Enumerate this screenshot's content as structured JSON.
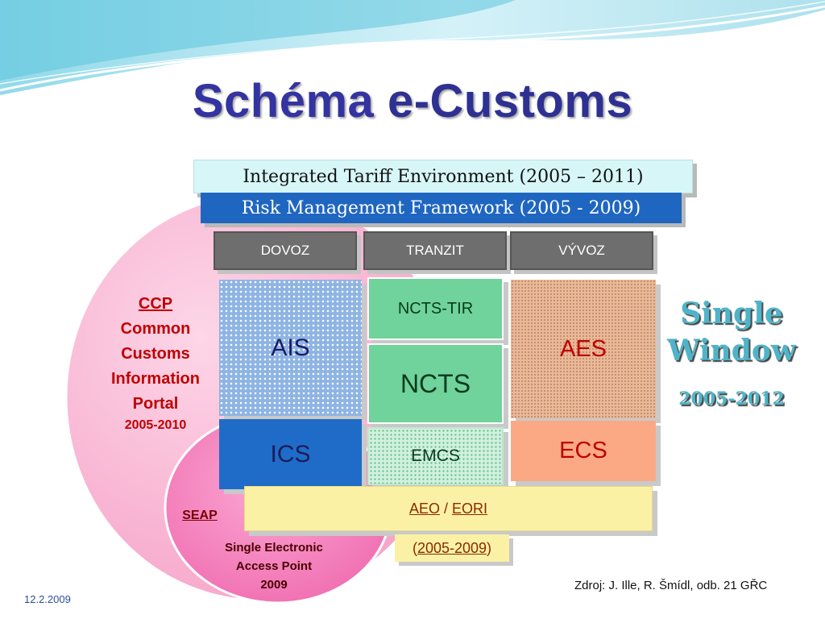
{
  "title": {
    "part1": "Schéma",
    "part2": "e-Customs"
  },
  "headers": {
    "ite": "Integrated Tariff Environment (2005 – 2011)",
    "rmf": "Risk Management Framework (2005 - 2009)"
  },
  "columns": [
    "DOVOZ",
    "TRANZIT",
    "VÝVOZ"
  ],
  "boxes": {
    "ais": "AIS",
    "ics": "ICS",
    "ncts_tir": "NCTS-TIR",
    "ncts": "NCTS",
    "emcs": "EMCS",
    "aes": "AES",
    "ecs": "ECS"
  },
  "aeo": {
    "aeo": "AEO",
    "sep": " / ",
    "eori": "EORI",
    "years": "2005-2009",
    "open": "(",
    "close": ")"
  },
  "ccp": {
    "link": "CCP",
    "lines": [
      "Common",
      "Customs",
      "Information",
      "Portal"
    ],
    "years": "2005-2010"
  },
  "seap": {
    "link": "SEAP",
    "lines": [
      "Single Electronic",
      "Access Point",
      "2009"
    ]
  },
  "single_window": {
    "line1": "Single",
    "line2": "Window",
    "years": "2005-2012"
  },
  "source": "Zdroj: J. Ille, R. Šmídl, odb. 21 GŘC",
  "date": "12.2.2009",
  "colors": {
    "title": "#2e3192",
    "ccp_circle": "#f9b8d4",
    "seap_circle": "#f77fbf",
    "rmf": "#1f66c1",
    "ais": "#8eb4e3",
    "ics": "#1f6cc8",
    "ncts": "#6fd39b",
    "aes": "#e9b99a",
    "ecs": "#fba985",
    "aeo": "#fbf1a5",
    "single_window": "#4fb4c9"
  }
}
